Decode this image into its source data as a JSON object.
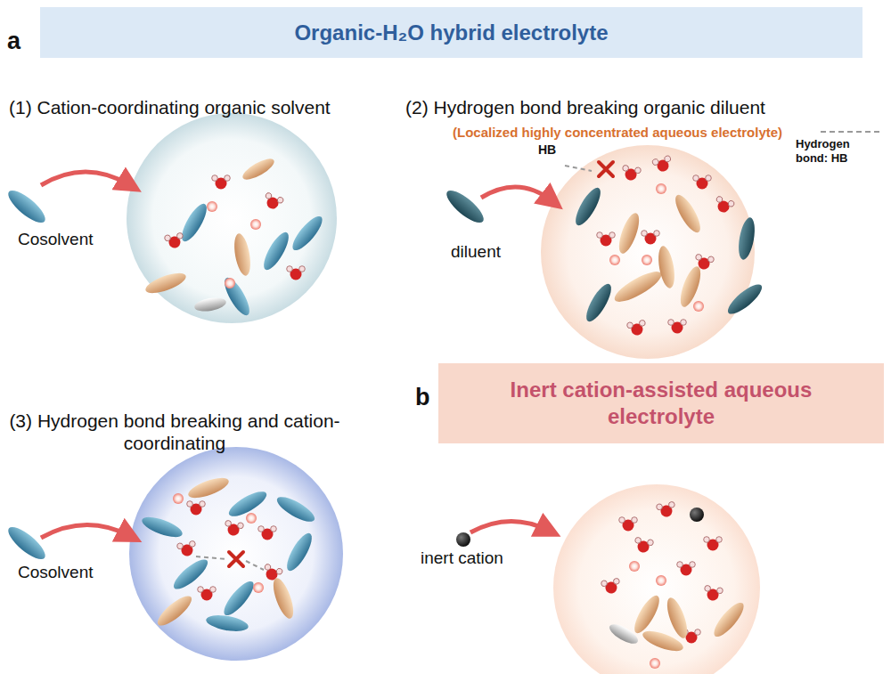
{
  "diagram": {
    "nodes": [
      {
        "text": [
          "Organic-H₂O hybrid electrolyte"
        ]
      },
      {
        "text": [
          "Inert cation-assisted aqueous electrolyte"
        ]
      }
    ],
    "labels": [
      "a",
      "(1) Cation-coordinating organic solvent",
      "Cosolvent",
      "(2) Hydrogen bond breaking organic diluent",
      "(Localized highly concentrated aqueous electrolyte)",
      "diluent",
      "HB",
      "(3) Hydrogen bond breaking and cation-coordinating",
      "Cosolvent",
      "b",
      "inert cation"
    ],
    "legend": [
      {
        "text": "Hydrogen bond: HB"
      }
    ]
  }
}
